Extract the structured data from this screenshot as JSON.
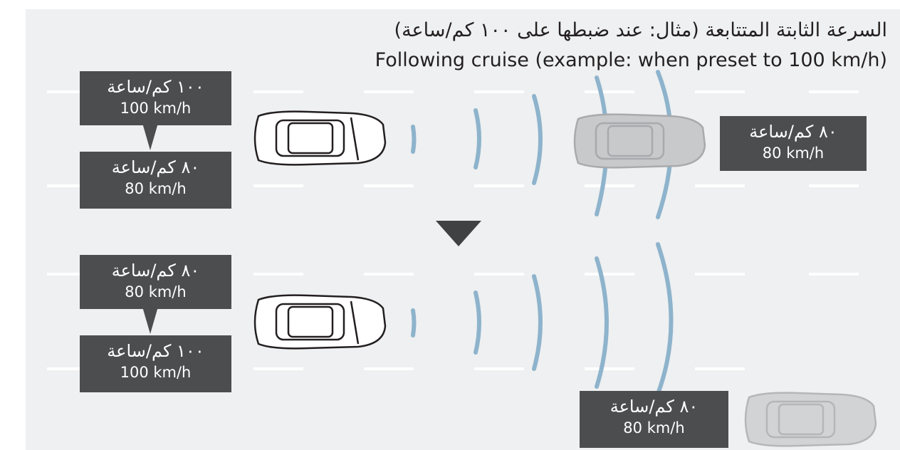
{
  "title": {
    "arabic": "السرعة الثابتة المتتابعة (مثال: عند ضبطها على ١٠٠ كم/ساعة)",
    "english": "Following cruise (example: when preset to 100 km/h)"
  },
  "scene_top": {
    "own_speed_before": {
      "arabic": "١٠٠ كم/ساعة",
      "english": "100 km/h"
    },
    "own_speed_after": {
      "arabic": "٨٠ كم/ساعة",
      "english": "80 km/h"
    },
    "lead_vehicle_speed": {
      "arabic": "٨٠ كم/ساعة",
      "english": "80 km/h"
    }
  },
  "scene_bottom": {
    "own_speed_before": {
      "arabic": "٨٠ كم/ساعة",
      "english": "80 km/h"
    },
    "own_speed_after": {
      "arabic": "١٠٠ كم/ساعة",
      "english": "100 km/h"
    },
    "lead_vehicle_speed": {
      "arabic": "٨٠ كم/ساعة",
      "english": "80 km/h"
    }
  },
  "colors": {
    "panel_background": "#eef0f1",
    "label_box": "#4c4d4f",
    "radar_wave": "#8eb3cc",
    "lane_marking": "#ffffff",
    "lead_vehicle": "#c8c9cb"
  },
  "icons": [
    "own-car-icon",
    "lead-car-icon",
    "radar-wave-icon",
    "down-arrow-icon"
  ]
}
